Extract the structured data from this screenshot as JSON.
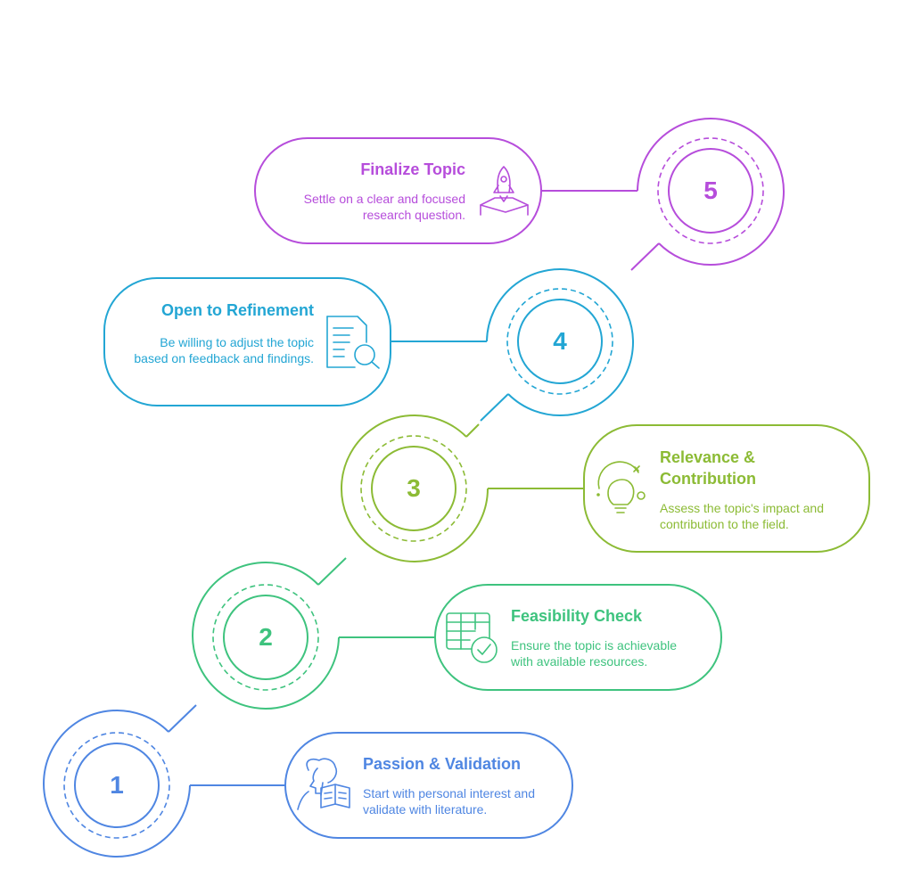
{
  "steps": [
    {
      "number": "1",
      "title": "Passion & Validation",
      "description": "Start with personal interest and validate with literature.",
      "color": "#4f86e2",
      "icon": "reading-person-icon"
    },
    {
      "number": "2",
      "title": "Feasibility Check",
      "description": "Ensure the topic is achievable with available resources.",
      "color": "#3ec37e",
      "icon": "table-check-icon"
    },
    {
      "number": "3",
      "title": "Relevance & Contribution",
      "description": "Assess the topic's impact and contribution to the field.",
      "color": "#8cbb35",
      "icon": "lightbulb-icon"
    },
    {
      "number": "4",
      "title": "Open to Refinement",
      "description": "Be willing to adjust the topic based on feedback and findings.",
      "color": "#23a6d4",
      "icon": "document-search-icon"
    },
    {
      "number": "5",
      "title": "Finalize Topic",
      "description": "Settle on a clear and focused research question.",
      "color": "#b64ddb",
      "icon": "rocket-launch-icon"
    }
  ]
}
